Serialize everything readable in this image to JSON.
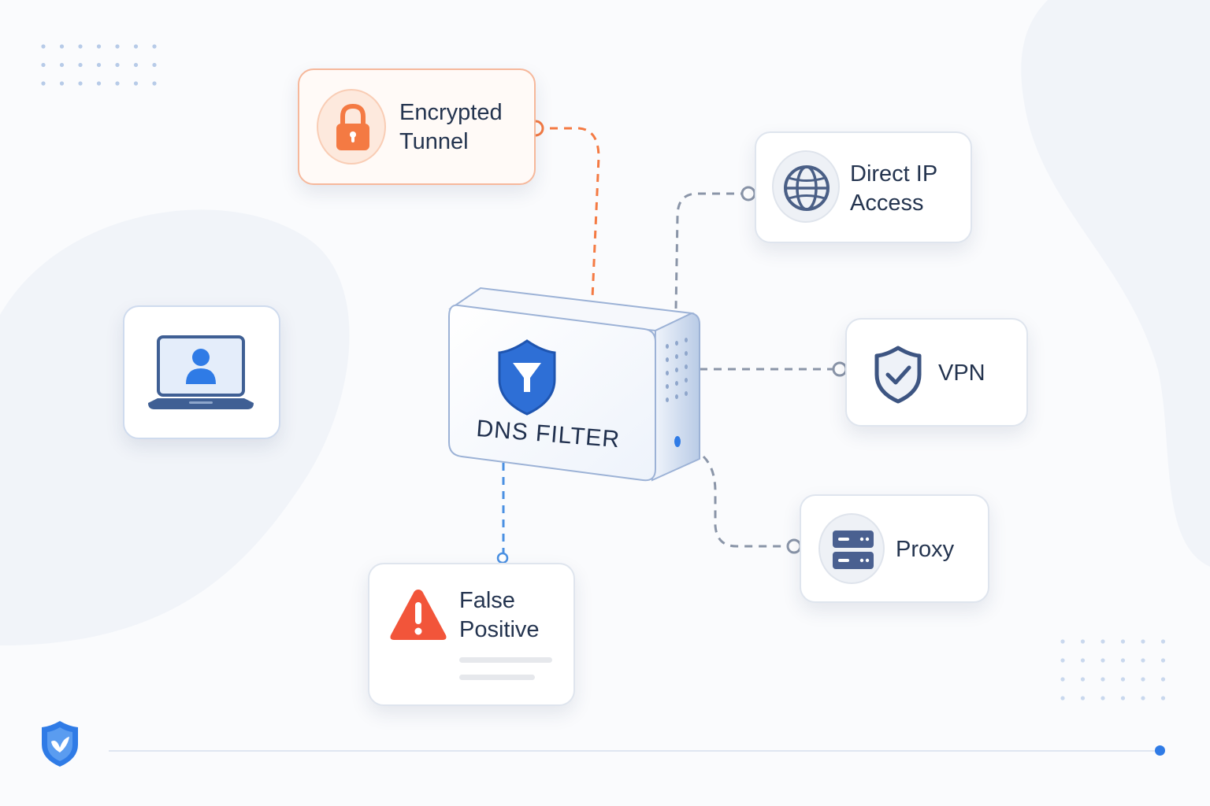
{
  "diagram": {
    "center_node": {
      "label": "DNS FILTER",
      "icon": "funnel-shield-icon"
    },
    "client_node": {
      "icon": "laptop-user-icon"
    },
    "bypass_nodes": [
      {
        "id": "encrypted-tunnel",
        "label": "Encrypted\nTunnel",
        "icon": "padlock-icon",
        "accent": "#f47a43"
      },
      {
        "id": "direct-ip-access",
        "label": "Direct IP\nAccess",
        "icon": "globe-icon",
        "accent": "#4a5f86"
      },
      {
        "id": "vpn",
        "label": "VPN",
        "icon": "shield-check-icon",
        "accent": "#3d5582"
      },
      {
        "id": "proxy",
        "label": "Proxy",
        "icon": "server-icon",
        "accent": "#4a6090"
      },
      {
        "id": "false-positive",
        "label": "False\nPositive",
        "icon": "warning-triangle-icon",
        "accent": "#f2553a"
      }
    ],
    "connection_colors": {
      "client_link": "#2f7be6",
      "encrypted_tunnel": "#f47a43",
      "neutral": "#8a95a8",
      "false_positive": "#4a90e2"
    }
  },
  "footer": {
    "logo_icon": "shield-leaf-logo-icon",
    "accent": "#2f7be6"
  }
}
